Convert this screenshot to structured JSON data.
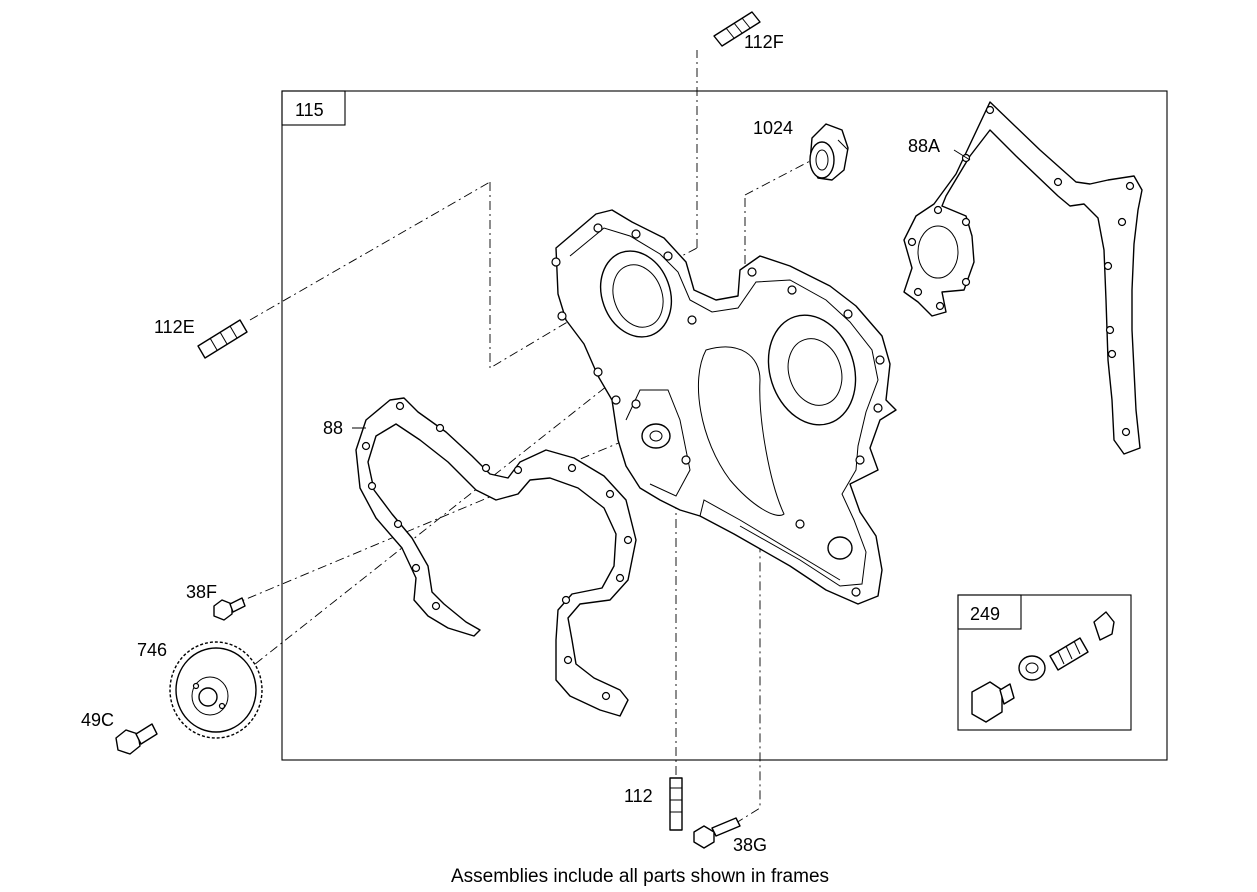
{
  "frames": [
    {
      "id": "115",
      "label": "115"
    },
    {
      "id": "249",
      "label": "249"
    }
  ],
  "callouts": {
    "p112F": "112F",
    "p1024": "1024",
    "p88A": "88A",
    "p112E": "112E",
    "p88": "88",
    "p38F": "38F",
    "p746": "746",
    "p49C": "49C",
    "p112": "112",
    "p38G": "38G"
  },
  "caption": "Assemblies include all parts shown in frames"
}
